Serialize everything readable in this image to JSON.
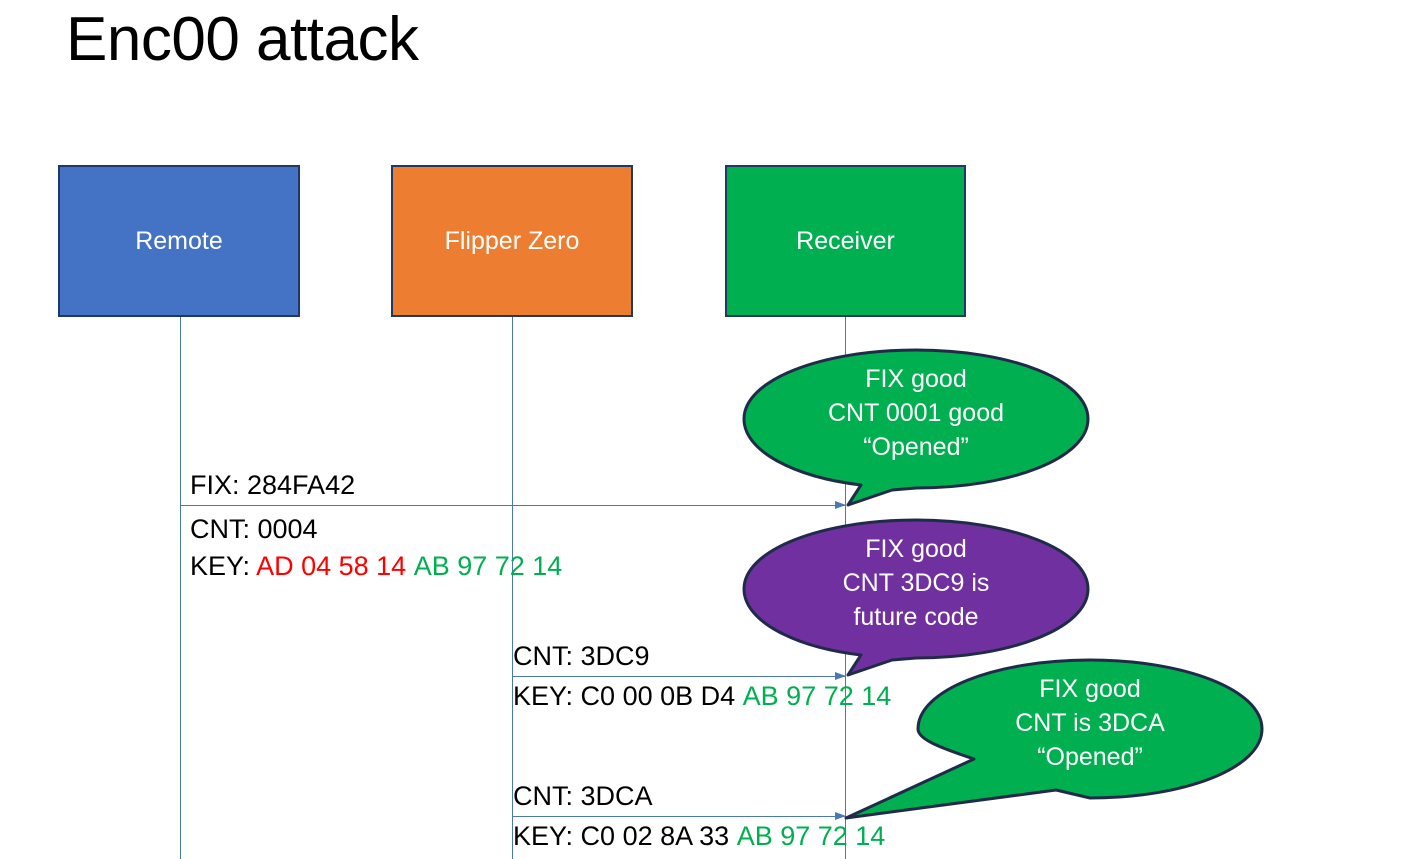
{
  "slide": {
    "title": "Enc00 attack"
  },
  "actors": [
    {
      "id": "remote",
      "label": "Remote",
      "color": "#4472C4"
    },
    {
      "id": "flipper",
      "label": "Flipper Zero",
      "color": "#ED7D31"
    },
    {
      "id": "receiver",
      "label": "Receiver",
      "color": "#00B050"
    }
  ],
  "colors": {
    "lifeline": "#4A78B5",
    "box_border": "#1F3864",
    "hex_red": "#FF0000",
    "hex_green": "#00B050",
    "callout_green": "#00B050",
    "callout_purple": "#7030A0"
  },
  "messages": [
    {
      "id": "msg1",
      "from": "remote",
      "to": "receiver",
      "above_label": "FIX: 284FA42",
      "cnt_label": "CNT: 0004",
      "key_prefix": "KEY: ",
      "key_red": "AD 04 58 14",
      "key_green": "AB 97 72 14"
    },
    {
      "id": "msg2",
      "from": "flipper",
      "to": "receiver",
      "above_label": "CNT: 3DC9",
      "key_prefix": "KEY: ",
      "key_black": "C0 00 0B D4",
      "key_green": "AB 97 72 14"
    },
    {
      "id": "msg3",
      "from": "flipper",
      "to": "receiver",
      "above_label": "CNT: 3DCA",
      "key_prefix": "KEY: ",
      "key_black": "C0 02 8A 33",
      "key_green": "AB 97 72 14"
    }
  ],
  "callouts": [
    {
      "id": "callout1",
      "fill": "#00B050",
      "line1": "FIX good",
      "line2": "CNT 0001 good",
      "line3": "“Opened”"
    },
    {
      "id": "callout2",
      "fill": "#7030A0",
      "line1": "FIX good",
      "line2": "CNT 3DC9 is",
      "line3": "future code"
    },
    {
      "id": "callout3",
      "fill": "#00B050",
      "line1": "FIX good",
      "line2": "CNT is 3DCA",
      "line3": "“Opened”"
    }
  ]
}
